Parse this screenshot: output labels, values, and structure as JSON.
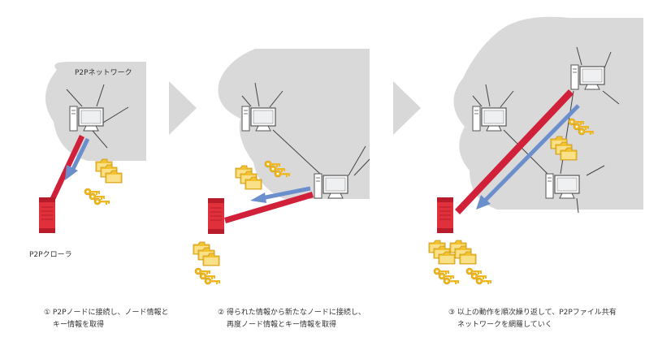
{
  "labels": {
    "network": "P2Pネットワーク",
    "crawler": "P2Pクローラ"
  },
  "captions": [
    {
      "line1": "① P2Pノードに接続し、ノード情報と",
      "line2": "キー情報を取得"
    },
    {
      "line1": "② 得られた情報から新たなノードに接続し、",
      "line2": "再度ノード情報とキー情報を取得"
    },
    {
      "line1": "③ 以上の動作を順次繰り返して、P2Pファイル共有",
      "line2": "ネットワークを網羅していく"
    }
  ],
  "colors": {
    "cloud": "#d9d9da",
    "red_link": "#d0203a",
    "blue_arrow": "#6b8fcc",
    "server": "#e0303c",
    "folder": "#f2c230",
    "key": "#f0b820",
    "step_arrow": "#d8d8d8"
  },
  "icons": [
    "pc-icon",
    "server-icon",
    "folder-icon",
    "key-icon",
    "step-arrow-icon"
  ]
}
